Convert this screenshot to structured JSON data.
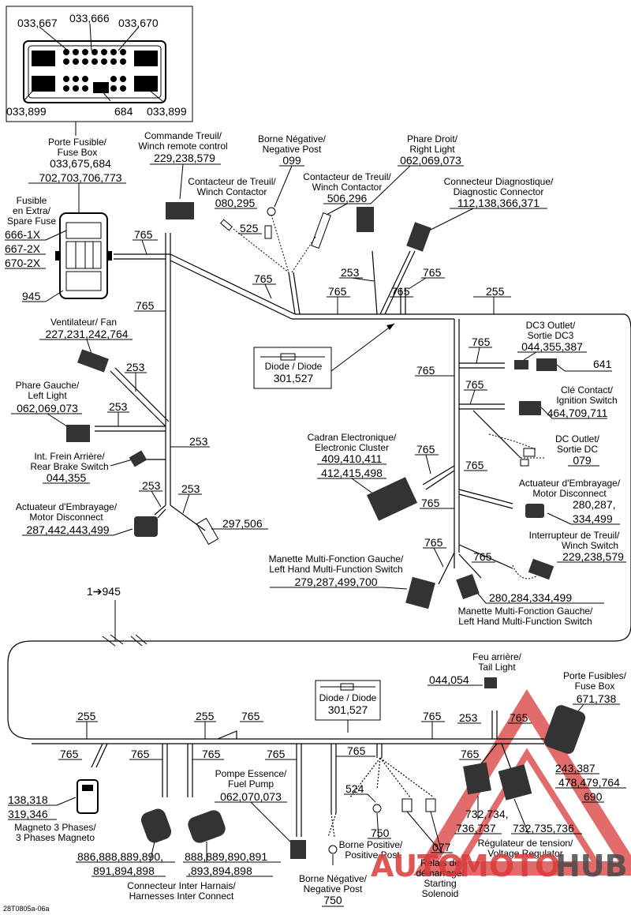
{
  "labels": {
    "ct_a": "033,667",
    "ct_b": "033,666",
    "ct_c": "033,670",
    "ct_d": "033,899",
    "ct_e": "684",
    "ct_f": "033,899",
    "fusebox_l1": "Porte Fusible/",
    "fusebox_l2": "Fuse Box",
    "fusebox_n1": "033,675,684",
    "fusebox_n2": "702,703,706,773",
    "spare_l1": "Fusible",
    "spare_l2": "en Extra/",
    "spare_l3": "Spare Fuse",
    "spare_n1": "666-1X",
    "spare_n2": "667-2X",
    "spare_n3": "670-2X",
    "n945": "945",
    "winchrc_l1": "Commande Treuil/",
    "winchrc_l2": "Winch remote control",
    "winchrc_n": "229,238,579",
    "negpost_l1": "Borne Négative/",
    "negpost_l2": "Negative Post",
    "negpost_n": "099",
    "rlight_l1": "Phare Droit/",
    "rlight_l2": "Right Light",
    "rlight_n": "062,069,073",
    "wc1_l1": "Contacteur de Treuil/",
    "wc1_l2": "Winch Contactor",
    "wc1_n": "080,295",
    "wc2_l1": "Contacteur de Treuil/",
    "wc2_l2": "Winch Contactor",
    "wc2_n": "506,296",
    "diag_l1": "Connecteur Diagnostique/",
    "diag_l2": "Diagnostic Connector",
    "diag_n": "112,138,366,371",
    "n525": "525",
    "n765a": "765",
    "n765b": "765",
    "n765c": "765",
    "n765d": "765",
    "n765e": "765",
    "n253a": "253",
    "n255a": "255",
    "fan_l1": "Ventilateur/ Fan",
    "fan_n": "227,231,242,764",
    "diode1_l": "Diode / Diode",
    "diode1_n": "301,527",
    "dc3_l1": "DC3 Outlet/",
    "dc3_l2": "Sortie DC3",
    "dc3_n": "044,355,387",
    "n641": "641",
    "llight_l1": "Phare Gauche/",
    "llight_l2": "Left Light",
    "llight_n": "062,069,073",
    "n253b": "253",
    "n253c": "253",
    "n765f": "765",
    "n765g": "765",
    "ign_l1": "Clé Contact/",
    "ign_l2": "Ignition Switch",
    "ign_n": "464,709,711",
    "cluster_l1": "Cadran Electronique/",
    "cluster_l2": "Electronic Cluster",
    "cluster_n1": "409,410,411",
    "cluster_n2": "412,415,498",
    "dcout_l1": "DC Outlet/",
    "dcout_l2": "Sortie DC",
    "dcout_n": "079",
    "brake_l1": "Int. Frein Arrière/",
    "brake_l2": "Rear Brake Switch",
    "brake_n": "044,355",
    "n253d": "253",
    "n765h": "765",
    "n765i": "765",
    "md2_l1": "Actuateur d'Embrayage/",
    "md2_l2": "Motor Disconnect",
    "md2_n1": "280,287,",
    "md2_n2": "334,499",
    "md1_l1": "Actuateur d'Embrayage/",
    "md1_l2": "Motor Disconnect",
    "md1_n": "287,442,443,499",
    "n253e": "253",
    "n253f": "253",
    "n297": "297,506",
    "n765j": "765",
    "wsw_l1": "Interrupteur de Treuil/",
    "wsw_l2": "Winch Switch",
    "wsw_n": "229,238,579",
    "lhmf1_l1": "Manette Multi-Fonction Gauche/",
    "lhmf1_l2": "Left Hand Multi-Function Switch",
    "lhmf1_n": "279,287,499,700",
    "n765k": "765",
    "n765l": "765",
    "lhmf2_n": "280,284,334,499",
    "lhmf2_l1": "Manette Multi-Fonction Gauche/",
    "lhmf2_l2": "Left Hand Multi-Function Switch",
    "cont": "1➔945",
    "tail_l1": "Feu arrière/",
    "tail_l2": "Tail Light",
    "tail_n": "044,054",
    "fuseb2_l1": "Porte Fusibles/",
    "fuseb2_l2": "Fuse Box",
    "fuseb2_n": "671,738",
    "diode2_l": "Diode / Diode",
    "diode2_n": "301,527",
    "n255b": "255",
    "n255c": "255",
    "n765m": "765",
    "n765n": "765",
    "n253g": "253",
    "n765o": "765",
    "n765p": "765",
    "n765q": "765",
    "n765r": "765",
    "n765s": "765",
    "n765t": "765",
    "n765u": "765",
    "fb2_n1": "243,387",
    "fb2_n2": "478,479,764",
    "fb2_n3": "690",
    "mag_n1": "138,318",
    "mag_n2": "319,346",
    "mag_l1": "Magneto 3 Phases/",
    "mag_l2": "3 Phases Magneto",
    "pump_l1": "Pompe Essence/",
    "pump_l2": "Fuel Pump",
    "pump_n": "062,070,073",
    "n524": "524",
    "n750a": "750",
    "vr_n1": "732,734,",
    "vr_n2": "736,737",
    "vr_n3": "732,735,736",
    "posp_l1": "Borne Positive/",
    "posp_l2": "Positive Post",
    "n077": "077",
    "vr_l1": "Régulateur de tension/",
    "vr_l2": "Voltage Regulator",
    "hc_n1": "886,888,889,890,",
    "hc_n2": "891,894,898",
    "hc_n3": "888,889,890,891",
    "hc_n4": ",893,894,898",
    "relay_l1": "Relais de",
    "relay_l2": "démarrage/",
    "relay_l3": "Starting",
    "relay_l4": "Solenoid",
    "hc_l1": "Connecteur Inter Harnais/",
    "hc_l2": "Harnesses Inter Connect",
    "negp2_l1": "Borne Négative/",
    "negp2_l2": "Negative Post",
    "negp2_n": "750",
    "ref": "28T0805a-06a",
    "wm_a": "AUTO",
    "wm_b": "MOTO",
    "wm_c": "HUB"
  },
  "watermark_colors": {
    "red": "#d93a3a",
    "gray": "#4a4a4a"
  }
}
